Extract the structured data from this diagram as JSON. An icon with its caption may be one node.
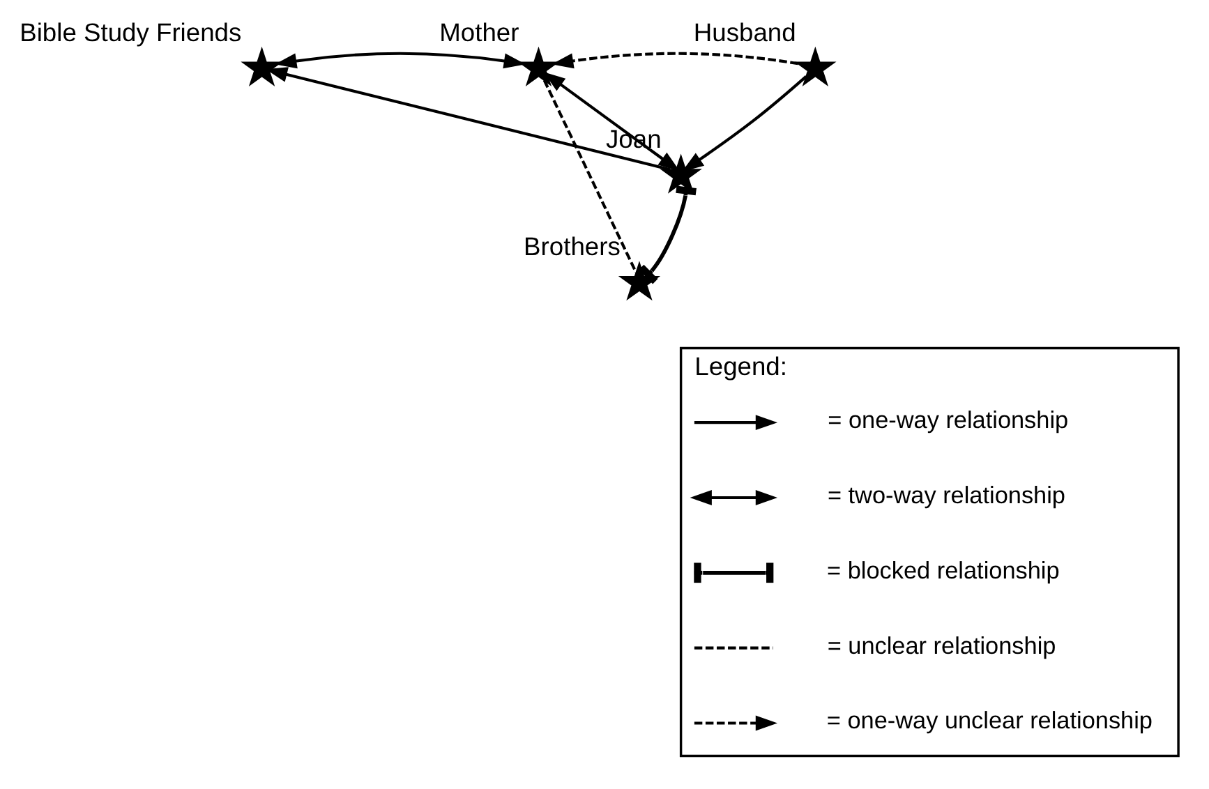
{
  "diagram": {
    "nodes": [
      {
        "text": [
          "Bible Study Friends"
        ]
      },
      {
        "text": [
          "Mother"
        ]
      },
      {
        "text": [
          "Husband"
        ]
      },
      {
        "text": [
          "Joan"
        ]
      },
      {
        "text": [
          "Brothers"
        ]
      },
      {
        "text": [
          "Legend:"
        ]
      }
    ],
    "edges": [
      {
        "from": 1,
        "to": 0,
        "arrow": "both"
      },
      {
        "from": 2,
        "to": 1,
        "arrow": "to",
        "style": "dashed"
      },
      {
        "from": 3,
        "to": 0,
        "arrow": "to"
      },
      {
        "from": 2,
        "to": 3,
        "arrow": "to"
      },
      {
        "from": 1,
        "to": 3,
        "arrow": "both"
      },
      {
        "from": 1,
        "to": 4,
        "arrow": "none",
        "style": "dashed"
      },
      {
        "from": 4,
        "to": 3,
        "arrow": "other"
      }
    ],
    "legend": [
      {
        "text": "= one-way relationship"
      },
      {
        "text": "= two-way relationship"
      },
      {
        "text": "= blocked relationship"
      },
      {
        "text": "= unclear relationship"
      },
      {
        "text": "= one-way unclear relationship"
      }
    ]
  }
}
